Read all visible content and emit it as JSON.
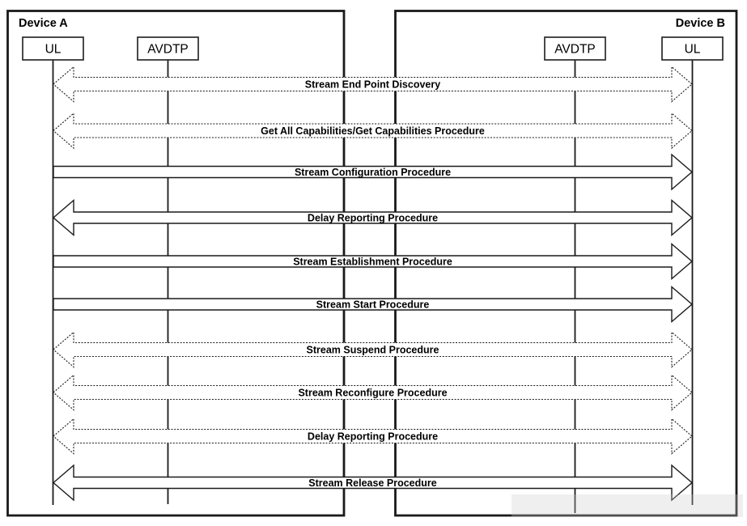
{
  "device_a": {
    "label": "Device A",
    "components": [
      {
        "label": "UL"
      },
      {
        "label": "AVDTP"
      }
    ]
  },
  "device_b": {
    "label": "Device B",
    "components": [
      {
        "label": "AVDTP"
      },
      {
        "label": "UL"
      }
    ]
  },
  "procedures": [
    {
      "label": "Stream End Point Discovery",
      "line_style": "dotted",
      "direction": "both"
    },
    {
      "label": "Get All Capabilities/Get Capabilities Procedure",
      "line_style": "dotted",
      "direction": "both"
    },
    {
      "label": "Stream Configuration Procedure",
      "line_style": "solid",
      "direction": "right"
    },
    {
      "label": "Delay Reporting Procedure",
      "line_style": "solid",
      "direction": "both"
    },
    {
      "label": "Stream Establishment Procedure",
      "line_style": "solid",
      "direction": "right"
    },
    {
      "label": "Stream Start Procedure",
      "line_style": "solid",
      "direction": "right"
    },
    {
      "label": "Stream Suspend Procedure",
      "line_style": "dotted",
      "direction": "both"
    },
    {
      "label": "Stream Reconfigure Procedure",
      "line_style": "dotted",
      "direction": "both"
    },
    {
      "label": "Delay Reporting Procedure",
      "line_style": "dotted",
      "direction": "both"
    },
    {
      "label": "Stream Release Procedure",
      "line_style": "solid",
      "direction": "both"
    }
  ],
  "colors": {
    "line": "#1a1a1a",
    "fill": "#ffffff",
    "text": "#000000"
  }
}
